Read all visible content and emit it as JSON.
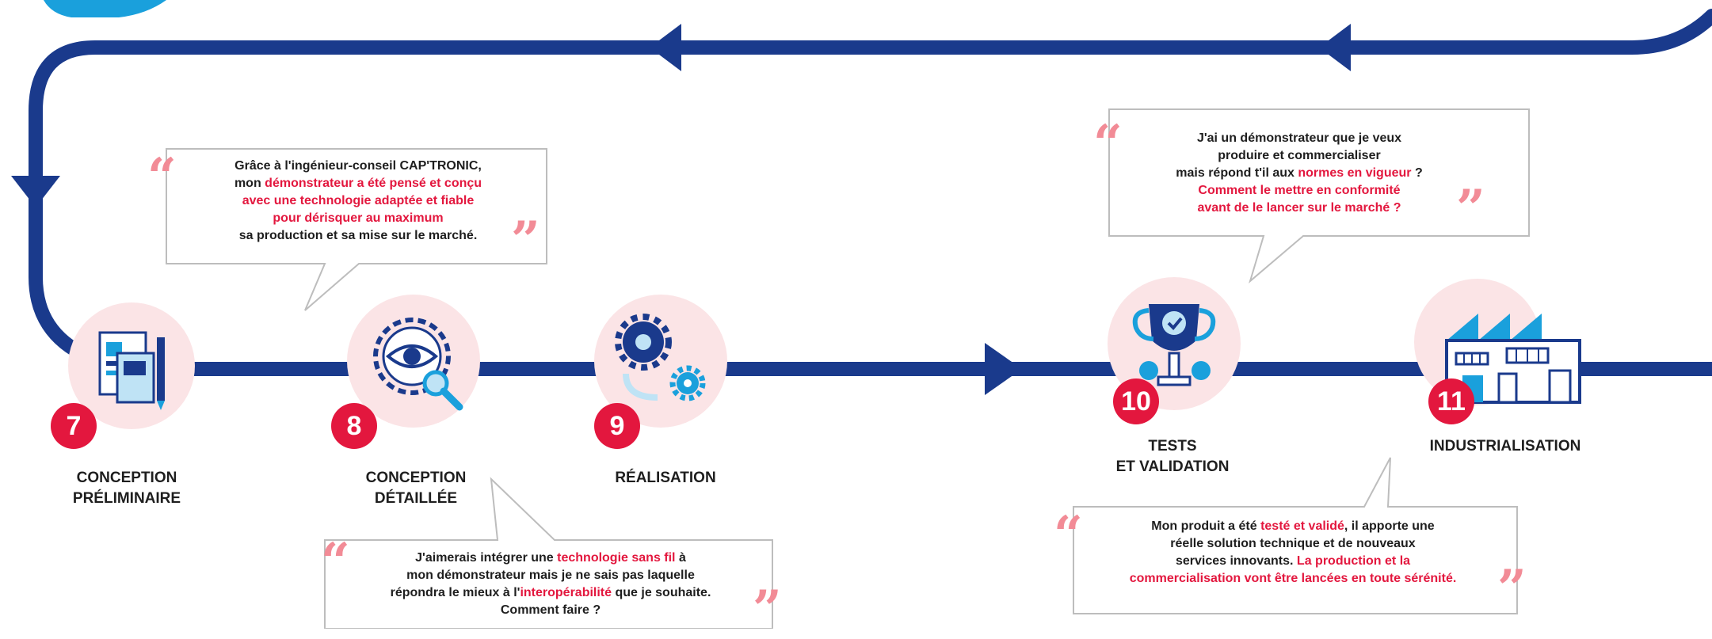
{
  "colors": {
    "track": "#1a3a8c",
    "accent": "#e3173e",
    "circle_bg": "#fbe4e6",
    "corner_brand": "#1aa0dc",
    "bubble_border": "#bdbdbd",
    "quote_mark": "#f28b96"
  },
  "steps": [
    {
      "number": "7",
      "label_1": "CONCEPTION",
      "label_2": "PRÉLIMINAIRE",
      "icon": "blueprint-icon"
    },
    {
      "number": "8",
      "label_1": "CONCEPTION",
      "label_2": "DÉTAILLÉE",
      "icon": "eye-gear-icon"
    },
    {
      "number": "9",
      "label_1": "RÉALISATION",
      "label_2": "",
      "icon": "gears-icon"
    },
    {
      "number": "10",
      "label_1": "TESTS",
      "label_2": "ET VALIDATION",
      "icon": "trophy-gears-icon"
    },
    {
      "number": "11",
      "label_1": "INDUSTRIALISATION",
      "label_2": "",
      "icon": "factory-icon"
    }
  ],
  "quotes": {
    "q8": {
      "l1": "Grâce à l'ingénieur-conseil CAP'TRONIC,",
      "l2a": "mon ",
      "l2b": "démonstrateur a été pensé et conçu",
      "l3": "avec une technologie adaptée et fiable",
      "l4": "pour dérisquer au maximum",
      "l5": "sa production et sa mise sur le marché."
    },
    "q9": {
      "l1a": "J'aimerais intégrer une ",
      "l1b": "technologie sans fil",
      "l1c": " à",
      "l2": "mon démonstrateur mais je ne sais pas laquelle",
      "l3a": "répondra le mieux à l'",
      "l3b": "interopérabilité",
      "l3c": " que je souhaite.",
      "l4": "Comment faire ?"
    },
    "q10": {
      "l1": "J'ai un démonstrateur que je veux",
      "l2": "produire et commercialiser",
      "l3a": "mais répond t'il aux ",
      "l3b": "normes en vigueur",
      "l3c": " ?",
      "l4": "Comment le mettre en conformité",
      "l5": "avant de le lancer sur le marché ?"
    },
    "q11": {
      "l1a": "Mon produit a été ",
      "l1b": "testé et validé",
      "l1c": ", il apporte une",
      "l2": "réelle solution technique et de nouveaux",
      "l3a": "services innovants. ",
      "l3b": "La production et la",
      "l4": "commercialisation vont être lancées en toute sérénité."
    },
    "open_mark": "“",
    "close_mark": "”"
  }
}
